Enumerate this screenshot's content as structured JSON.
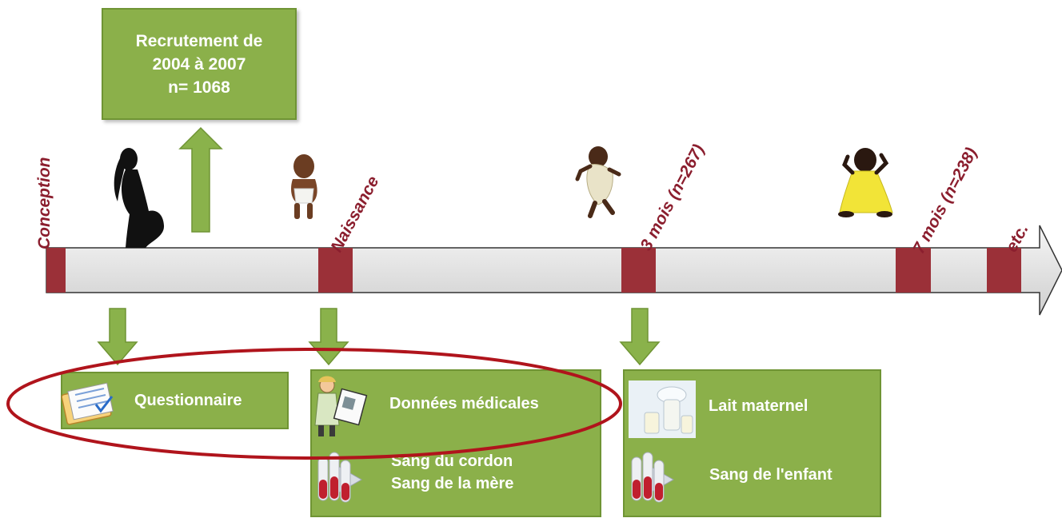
{
  "recruitment": {
    "line1": "Recrutement de",
    "line2": "2004 à 2007",
    "line3": "n= 1068"
  },
  "timeline": {
    "conception": "Conception",
    "birth": "Naissance",
    "month3": "3 mois (n=267)",
    "month7": "7 mois (n=238)",
    "etc": "etc."
  },
  "boxes": {
    "questionnaire": "Questionnaire",
    "medical_data": "Données médicales",
    "cord_blood": "Sang du cordon",
    "mother_blood": "Sang de la mère",
    "breast_milk": "Lait maternel",
    "child_blood": "Sang de l'enfant"
  },
  "icons": [
    "pregnant-woman-icon",
    "newborn-baby-icon",
    "infant-icon",
    "sitting-child-icon",
    "clipboard-icon",
    "doctor-icon",
    "blood-tubes-icon",
    "breast-pump-icon"
  ],
  "colors": {
    "box_green": "#8bb04a",
    "arrow_green": "#8ab24b",
    "marker_red": "#9b3038",
    "label_red": "#8b1e2e",
    "highlight_ellipse": "#b0141c"
  }
}
